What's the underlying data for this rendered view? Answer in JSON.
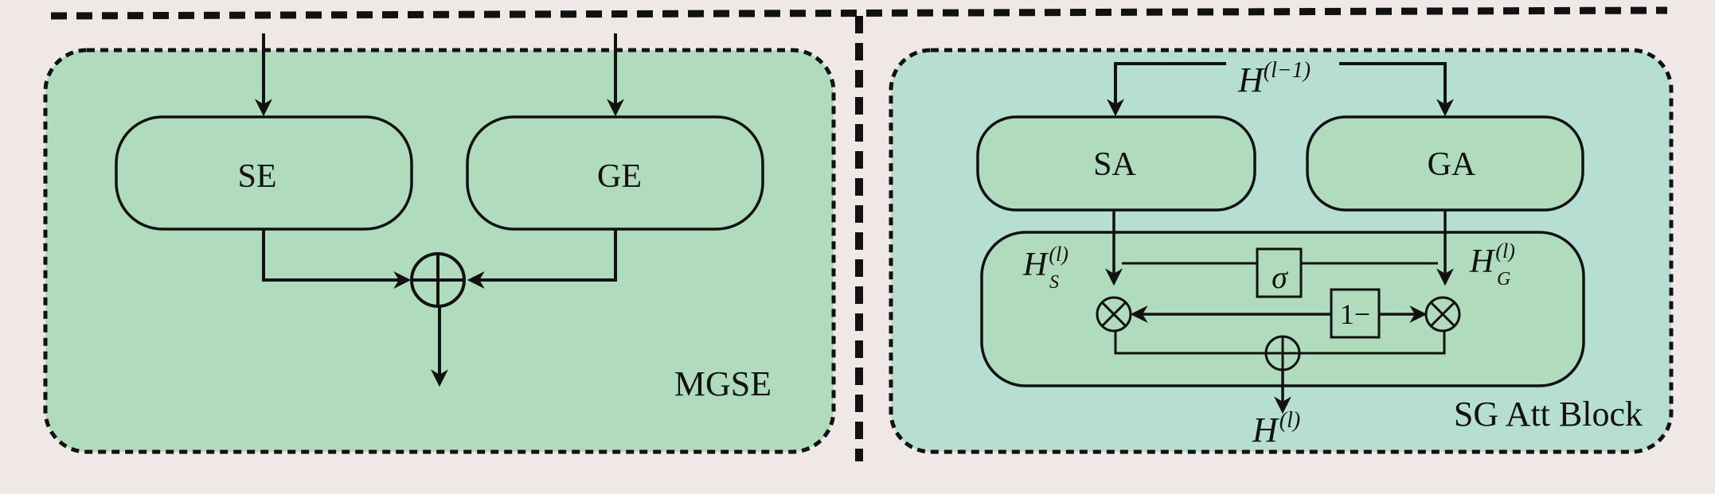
{
  "colors": {
    "background": "#efe8e6",
    "left_panel_fill": "#b0dbbd",
    "right_panel_fill": "#b6ded3",
    "module_fill": "#b0dbbd",
    "line": "#111111"
  },
  "left_panel": {
    "title": "MGSE",
    "se_label": "SE",
    "ge_label": "GE",
    "combine_symbol": "⊕"
  },
  "right_panel": {
    "title": "SG Att Block",
    "input_label": {
      "base": "H",
      "sup": "(l−1)"
    },
    "sa_label": "SA",
    "ga_label": "GA",
    "hs_label": {
      "base": "H",
      "sup": "(l)",
      "sub": "S"
    },
    "hg_label": {
      "base": "H",
      "sup": "(l)",
      "sub": "G"
    },
    "gate_label": "σ",
    "one_minus_label": "1−",
    "multiply_symbol": "⊗",
    "sum_symbol": "⊕",
    "output_label": {
      "base": "H",
      "sup": "(l)"
    }
  }
}
